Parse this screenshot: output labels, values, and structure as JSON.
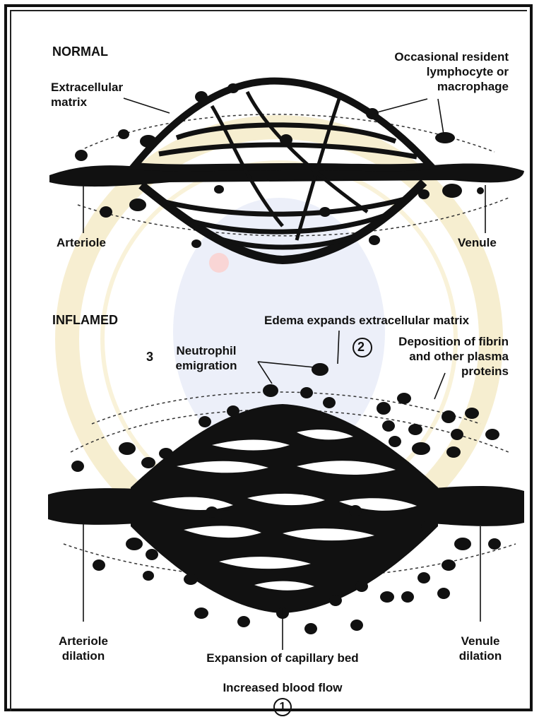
{
  "normal": {
    "title": "NORMAL",
    "extracellular_matrix": [
      "Extracellular",
      "matrix"
    ],
    "resident_cell": [
      "Occasional resident",
      "lymphocyte or",
      "macrophage"
    ],
    "arteriole": "Arteriole",
    "venule": "Venule"
  },
  "inflamed": {
    "title": "INFLAMED",
    "edema": "Edema expands extracellular matrix",
    "step2_number": "2",
    "step2": [
      "Deposition of fibrin",
      "and other plasma",
      "proteins"
    ],
    "step3_number": "3",
    "step3": [
      "Neutrophil",
      "emigration"
    ],
    "arteriole_dilation": [
      "Arteriole",
      "dilation"
    ],
    "venule_dilation": [
      "Venule",
      "dilation"
    ],
    "capillary_expansion": "Expansion of capillary bed",
    "blood_flow": "Increased blood flow",
    "step1_number": "1"
  },
  "colors": {
    "ink": "#111111",
    "watermark": "#f2e3a8"
  }
}
